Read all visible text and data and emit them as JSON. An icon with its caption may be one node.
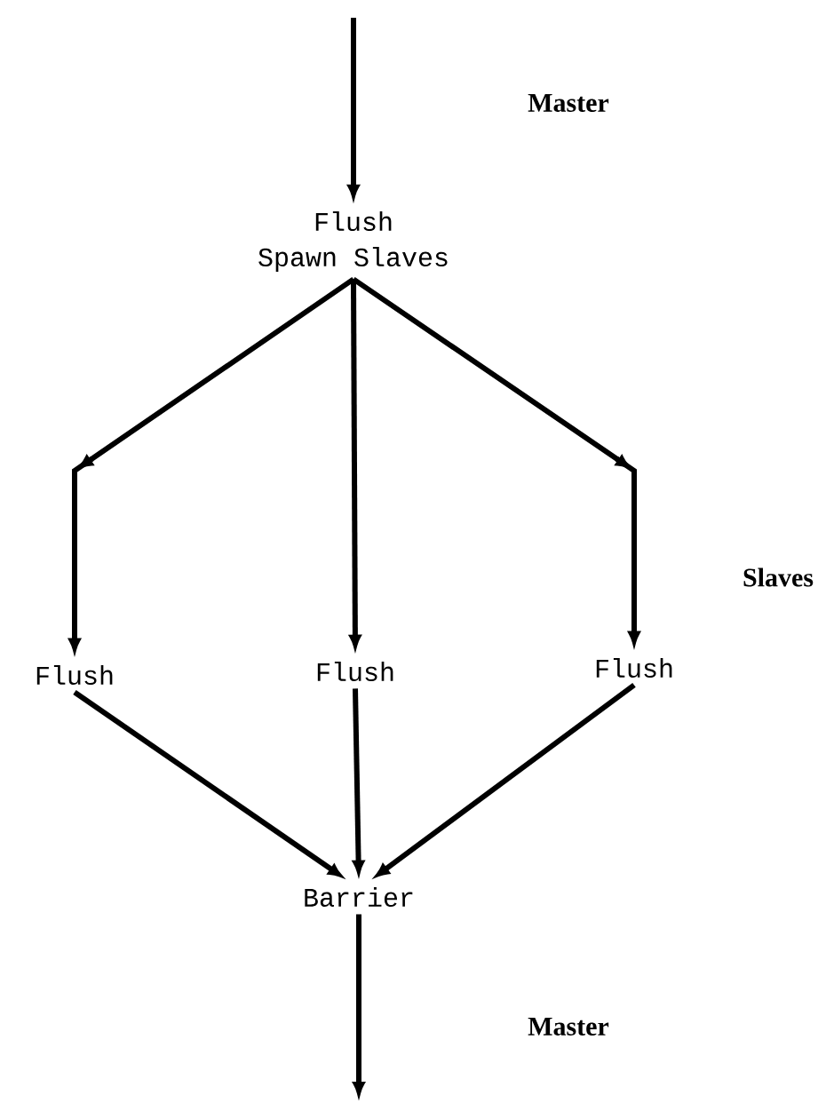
{
  "diagram": {
    "nodes": [
      {
        "text": [
          "Flush",
          "Spawn Slaves"
        ]
      },
      {
        "text": [
          "Flush"
        ]
      },
      {
        "text": [
          "Flush"
        ]
      },
      {
        "text": [
          "Flush"
        ]
      },
      {
        "text": [
          "Barrier"
        ]
      }
    ],
    "edges": [
      {
        "from": null,
        "to": 0,
        "arrow": "to"
      },
      {
        "from": 0,
        "to": 1,
        "arrow": "to"
      },
      {
        "from": 0,
        "to": 2,
        "arrow": "to"
      },
      {
        "from": 0,
        "to": 3,
        "arrow": "to"
      },
      {
        "from": 1,
        "to": 4,
        "arrow": "to"
      },
      {
        "from": 2,
        "to": 4,
        "arrow": "to"
      },
      {
        "from": 3,
        "to": 4,
        "arrow": "to"
      },
      {
        "from": 4,
        "to": null,
        "arrow": "to"
      }
    ],
    "labels": [
      "Master",
      "Slaves",
      "Master"
    ]
  }
}
